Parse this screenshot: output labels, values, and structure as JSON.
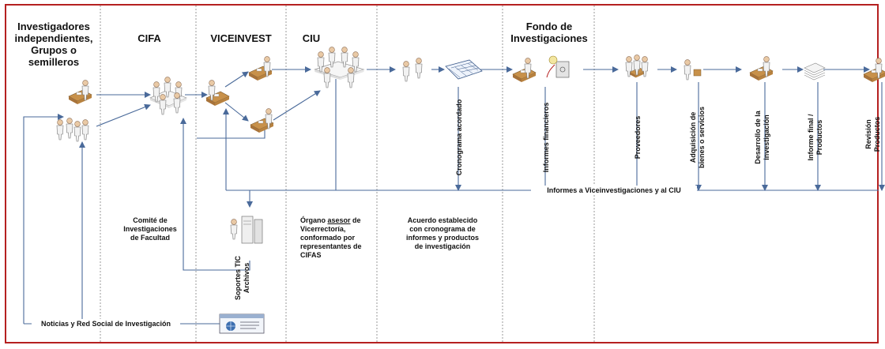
{
  "lanes": [
    {
      "id": "investigadores",
      "title": "Investigadores independientes, Grupos o semilleros"
    },
    {
      "id": "cifa",
      "title": "CIFA"
    },
    {
      "id": "viceinvest",
      "title": "VICEINVEST"
    },
    {
      "id": "ciu",
      "title": "CIU"
    },
    {
      "id": "acuerdo",
      "title": ""
    },
    {
      "id": "fondo",
      "title": "Fondo de Investigaciones"
    },
    {
      "id": "ejecucion",
      "title": ""
    }
  ],
  "notes": {
    "cifa": "Comité de Investigaciones de Facultad",
    "ciu_part1": "Órgano ",
    "ciu_underlined": "asesor",
    "ciu_part2": " de Vicerrectoría, conformado por representantes de CIFAS",
    "acuerdo": "Acuerdo establecido con cronograma de informes y productos de investigación"
  },
  "vertical_labels": {
    "cronograma": "Cronograma acordado",
    "informes_financieros": "Informes financieros",
    "proveedores": "Proveedores",
    "adquisicion_1": "Adquisición de",
    "adquisicion_2": "bienes o servicios",
    "desarrollo_1": "Desarrollo de la",
    "desarrollo_2": "investigación",
    "informe_final_1": "Informe final /",
    "informe_final_2": "Productos",
    "revision_1": "Revisión",
    "revision_2": "Productos",
    "soportes_1": "Soportes TIC",
    "soportes_2": "Archivos"
  },
  "horizontal_labels": {
    "informes_vice": "Informes a Viceinvestigaciones y al CIU",
    "noticias": "Noticias y Red Social de Investigación"
  },
  "colors": {
    "frame": "#b52020",
    "lane_divider": "#9a9a9a",
    "line": "#4a6a9a",
    "desk": "#c8914a",
    "person_head": "#e9c9a5",
    "person_body": "#f2f2f2"
  }
}
